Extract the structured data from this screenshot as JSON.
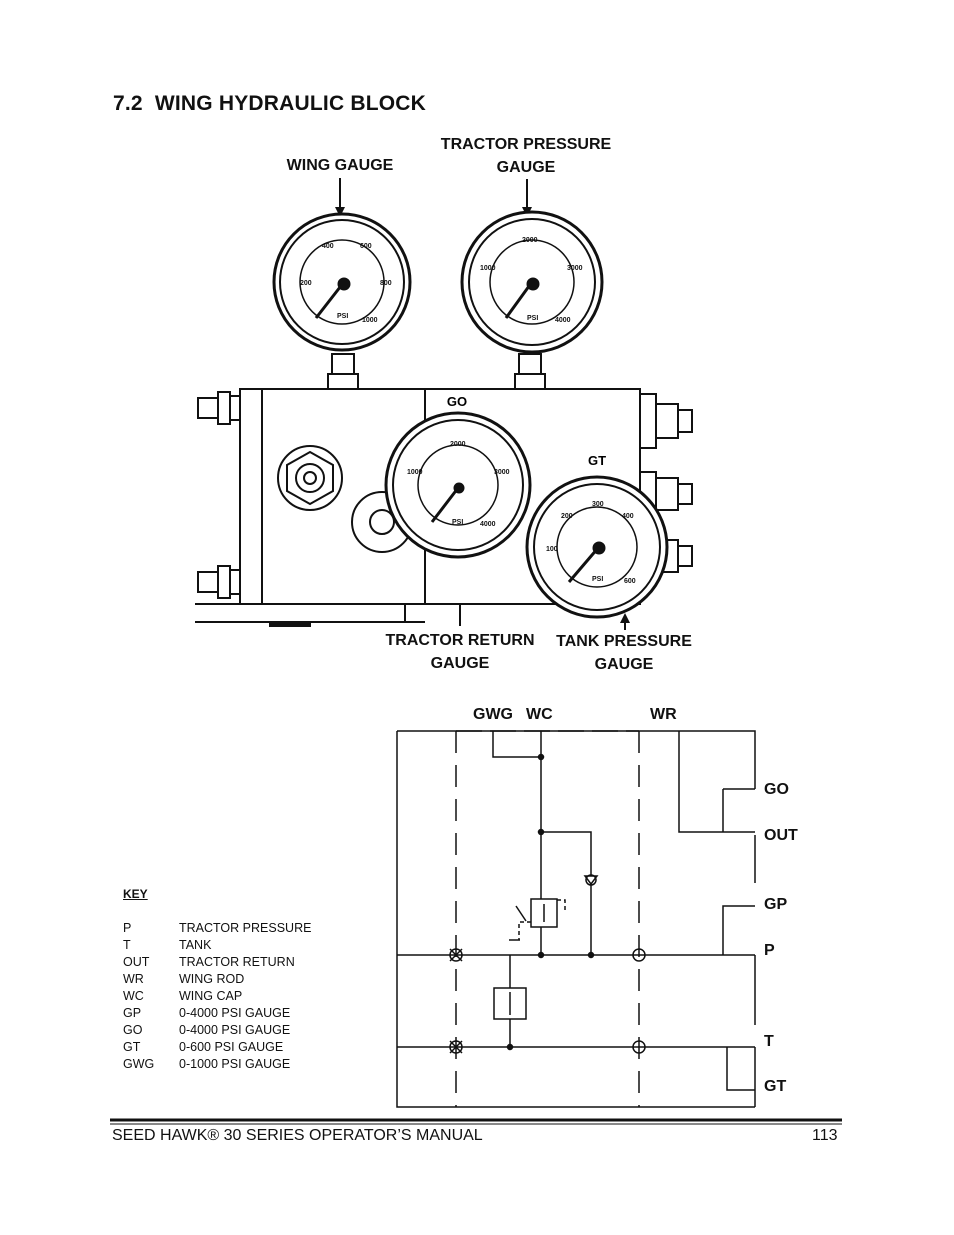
{
  "section": {
    "number": "7.2",
    "title": "WING HYDRAULIC BLOCK"
  },
  "drawing": {
    "callouts": {
      "wing_gauge": "WING GAUGE",
      "tractor_pressure_line1": "TRACTOR PRESSURE",
      "tractor_pressure_line2": "GAUGE",
      "tractor_return_line1": "TRACTOR RETURN",
      "tractor_return_line2": "GAUGE",
      "tank_pressure_line1": "TANK PRESSURE",
      "tank_pressure_line2": "GAUGE"
    },
    "block_labels": {
      "go": "GO",
      "gt": "GT"
    },
    "gauges": {
      "wing": {
        "ticks": [
          "200",
          "400",
          "600",
          "800",
          "1000"
        ],
        "unit": "PSI"
      },
      "tractor_pressure": {
        "ticks": [
          "1000",
          "2000",
          "3000",
          "4000"
        ],
        "unit": "PSI"
      },
      "tractor_return": {
        "ticks": [
          "1000",
          "2000",
          "3000",
          "4000"
        ],
        "unit": "PSI"
      },
      "tank": {
        "ticks": [
          "100",
          "200",
          "300",
          "400",
          "600"
        ],
        "unit": "PSI"
      }
    }
  },
  "schematic": {
    "top_ports": {
      "gwg": "GWG",
      "wc": "WC",
      "wr": "WR"
    },
    "right_ports": {
      "go": "GO",
      "out": "OUT",
      "gp": "GP",
      "p": "P",
      "t": "T",
      "gt": "GT"
    }
  },
  "key": {
    "title": "KEY",
    "items": [
      {
        "code": "P",
        "desc": "TRACTOR PRESSURE"
      },
      {
        "code": "T",
        "desc": "TANK"
      },
      {
        "code": "OUT",
        "desc": "TRACTOR RETURN"
      },
      {
        "code": "WR",
        "desc": "WING ROD"
      },
      {
        "code": "WC",
        "desc": "WING CAP"
      },
      {
        "code": "GP",
        "desc": "0-4000 PSI GAUGE"
      },
      {
        "code": "GO",
        "desc": "0-4000 PSI GAUGE"
      },
      {
        "code": "GT",
        "desc": "0-600 PSI GAUGE"
      },
      {
        "code": "GWG",
        "desc": "0-1000 PSI GAUGE"
      }
    ]
  },
  "footer": {
    "manual_title": "SEED HAWK® 30 SERIES OPERATOR’S MANUAL",
    "page_number": "113"
  }
}
